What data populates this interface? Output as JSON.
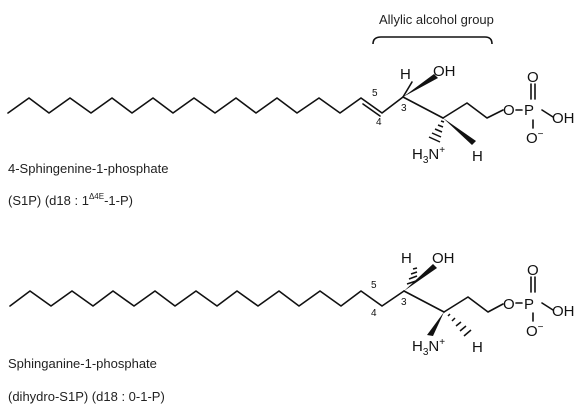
{
  "annotation": {
    "allylic_label": "Allylic alcohol group"
  },
  "molecule_s1p": {
    "name": "4-Sphingenine-1-phosphate",
    "notation_prefix": "(S1P) (d18 : 1",
    "notation_super": "Δ4E",
    "notation_suffix": "-1-P)",
    "locants": [
      "5",
      "4",
      "3"
    ]
  },
  "molecule_dhs1p": {
    "name": "Sphinganine-1-phosphate",
    "notation": "(dihydro-S1P) (d18 : 0-1-P)",
    "locants": [
      "5",
      "4",
      "3"
    ]
  },
  "atoms": {
    "H": "H",
    "OH": "OH",
    "O": "O",
    "P": "P",
    "N": "N",
    "H3": "H",
    "sub3": "3",
    "plus": "+",
    "minus": "−"
  }
}
